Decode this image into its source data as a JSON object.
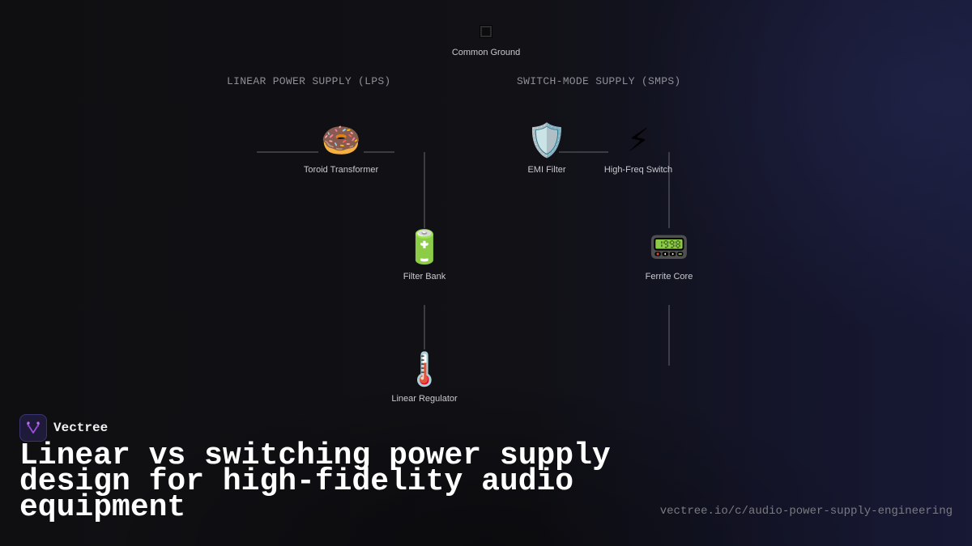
{
  "diagram": {
    "top_node": {
      "label": "Common Ground",
      "icon": "ground-square-icon"
    },
    "sections": {
      "lps": "LINEAR POWER SUPPLY (LPS)",
      "smps": "SWITCH-MODE SUPPLY (SMPS)"
    },
    "nodes": {
      "toroid": {
        "icon": "🍩",
        "label": "Toroid Transformer"
      },
      "filter_bank": {
        "icon": "🔋",
        "label": "Filter Bank"
      },
      "linear_regulator": {
        "icon": "🌡️",
        "label": "Linear Regulator"
      },
      "emi_filter": {
        "icon": "🛡️",
        "label": "EMI Filter"
      },
      "hf_switch": {
        "icon": "⚡",
        "label": "High-Freq Switch"
      },
      "ferrite_core": {
        "icon": "📟",
        "label": "Ferrite Core"
      }
    }
  },
  "brand": {
    "name": "Vectree",
    "logo_icon": "vectree-logo-icon",
    "accent": "#1e1b3a"
  },
  "headline": "Linear vs switching power supply design for high-fidelity audio equipment",
  "url": "vectree.io/c/audio-power-supply-engineering"
}
